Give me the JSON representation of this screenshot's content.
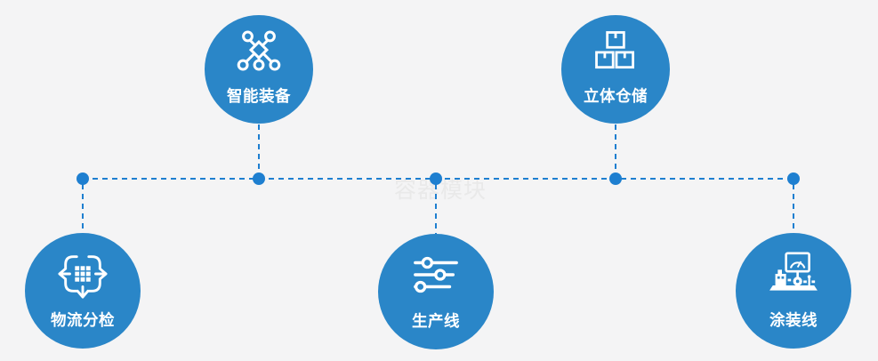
{
  "watermark": "容器模块",
  "colors": {
    "background": "#f4f4f5",
    "circle_fill": "#2a86c8",
    "connector": "#1e7fd0",
    "label_text": "#ffffff",
    "watermark_text": "#e9e9e9"
  },
  "nodes": [
    {
      "id": "equip",
      "label": "智能装备",
      "icon": "network-nodes-icon",
      "row": "top"
    },
    {
      "id": "storage",
      "label": "立体仓储",
      "icon": "stacked-boxes-icon",
      "row": "top"
    },
    {
      "id": "sort",
      "label": "物流分检",
      "icon": "sorting-arrows-icon",
      "row": "bottom"
    },
    {
      "id": "prod",
      "label": "生产线",
      "icon": "sliders-icon",
      "row": "bottom"
    },
    {
      "id": "paint",
      "label": "涂装线",
      "icon": "control-station-icon",
      "row": "bottom"
    }
  ]
}
